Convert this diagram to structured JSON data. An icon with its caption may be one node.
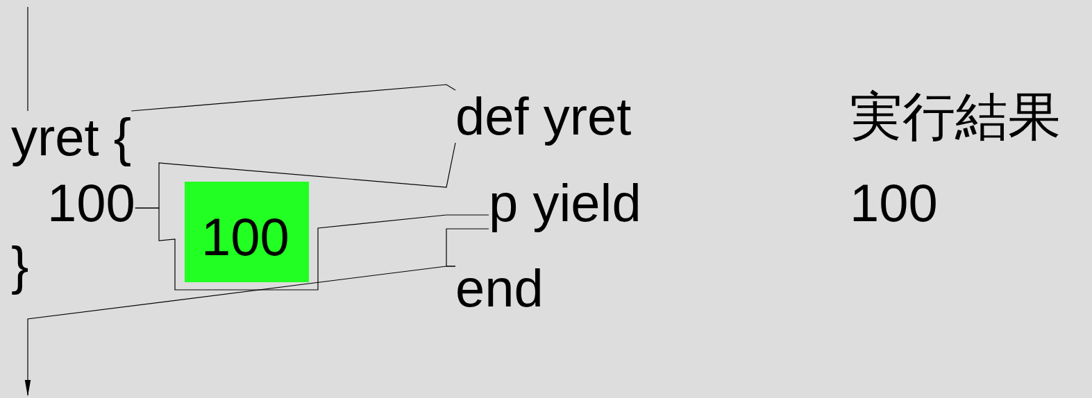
{
  "diagram": {
    "nodes": [
      {
        "text": [
          "yret {"
        ]
      },
      {
        "text": [
          "100"
        ]
      },
      {
        "text": [
          "}"
        ]
      },
      {
        "text": [
          "100"
        ]
      },
      {
        "text": [
          "def yret"
        ]
      },
      {
        "text": [
          "p yield"
        ]
      },
      {
        "text": [
          "end"
        ]
      }
    ],
    "edges": [
      {
        "from": null,
        "to": 0,
        "arrow": "none"
      },
      {
        "from": 0,
        "to": 4,
        "arrow": "none"
      },
      {
        "from": 4,
        "to": 1,
        "arrow": "none"
      },
      {
        "from": 1,
        "to": 5,
        "arrow": "none"
      },
      {
        "from": 5,
        "to": 6,
        "arrow": "none"
      },
      {
        "from": 6,
        "to": null,
        "arrow": "to"
      }
    ],
    "labels": [
      "実行結果",
      "100"
    ]
  }
}
